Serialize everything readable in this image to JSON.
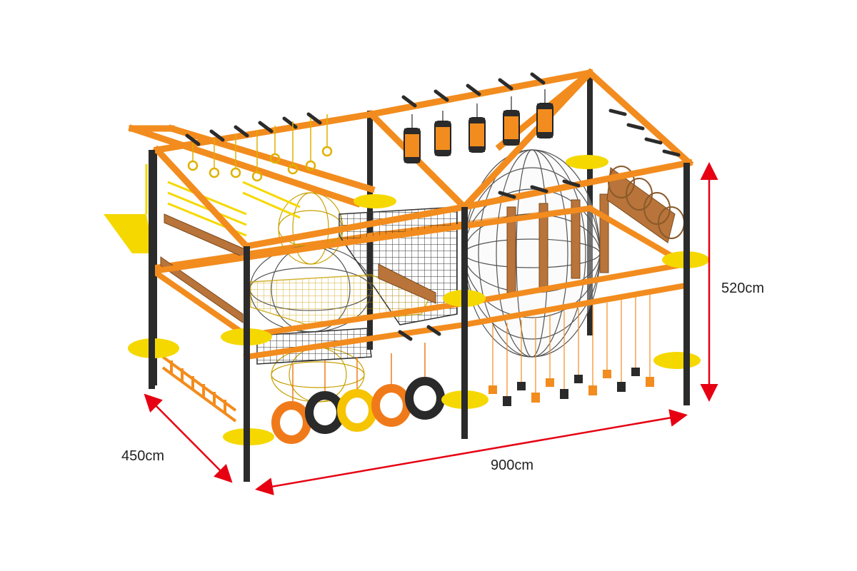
{
  "dimensions": {
    "width": "900cm",
    "depth": "450cm",
    "height": "520cm"
  },
  "colors": {
    "frame": "#f28c1e",
    "post": "#2b2b2b",
    "platform": "#f5d800",
    "dimension_arrow": "#e60012",
    "tire_orange": "#f07a1a",
    "tire_black": "#2a2a2a",
    "tire_yellow": "#f6c400",
    "net": "#444444",
    "wood": "#b8743a"
  }
}
